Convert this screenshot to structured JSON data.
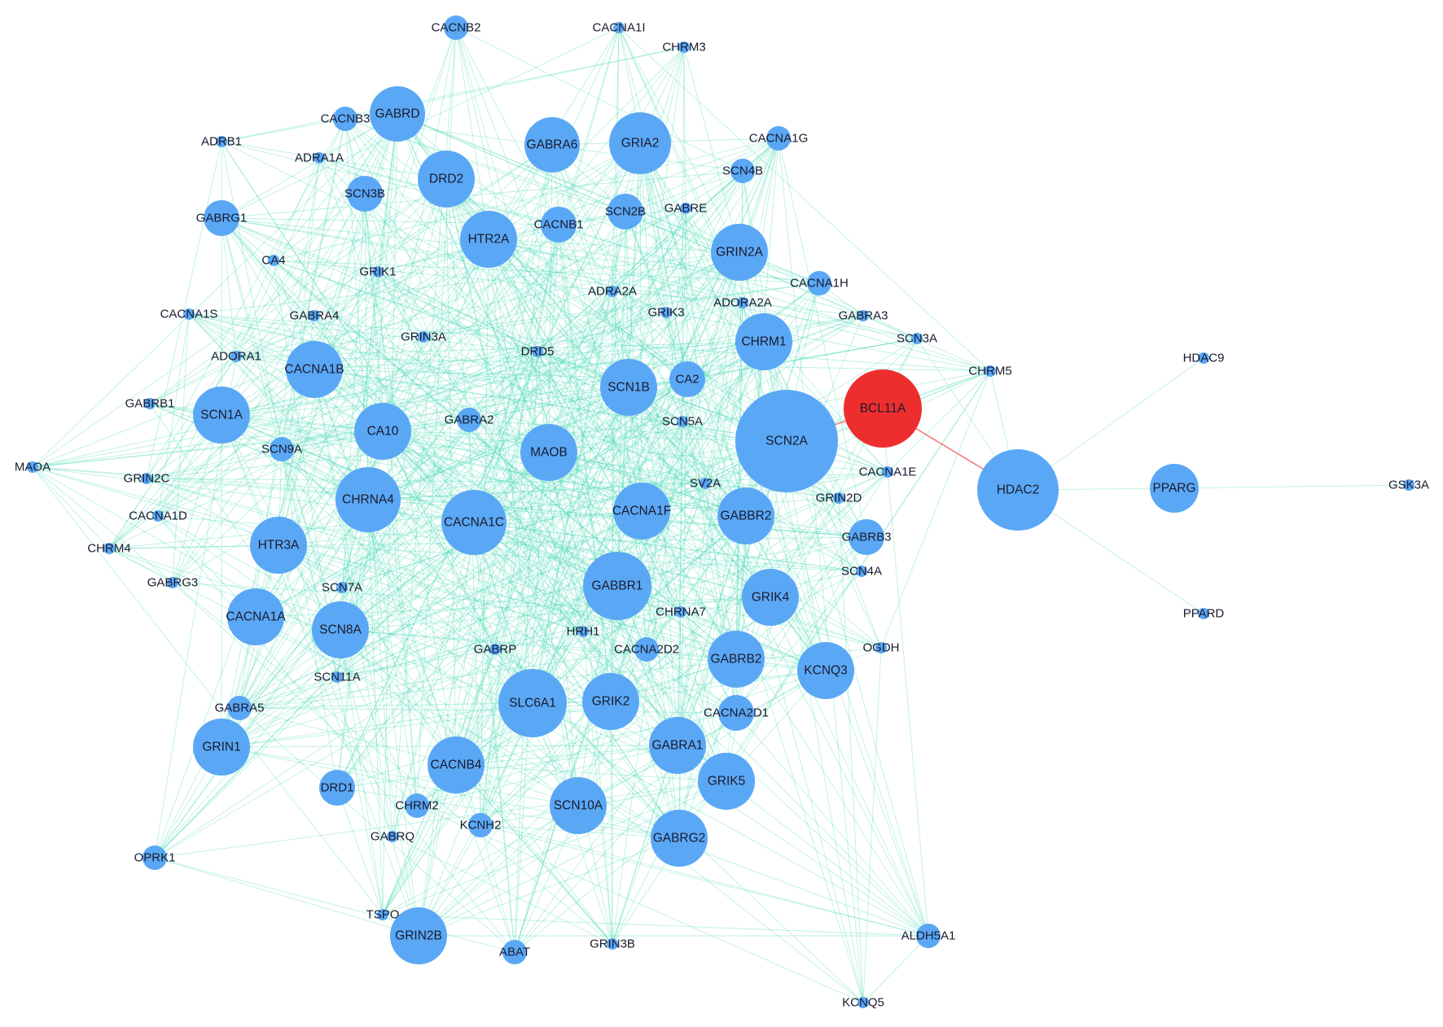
{
  "colors": {
    "edge": "#3fd6b0",
    "edge_highlight": "#f26b6b",
    "node": "#5aa8f5",
    "node_highlight": "#ee2e2e",
    "label": "#1a1a2e",
    "background": "#ffffff"
  },
  "nodes": [
    {
      "id": "SCN2A",
      "label": "SCN2A",
      "size": "xlarge"
    },
    {
      "id": "BCL11A",
      "label": "BCL11A",
      "size": "large",
      "highlight": true
    },
    {
      "id": "HDAC2",
      "label": "HDAC2",
      "size": "large"
    },
    {
      "id": "PPARG",
      "label": "PPARG",
      "size": "medium"
    },
    {
      "id": "GSK3A",
      "label": "GSK3A",
      "size": "tiny"
    },
    {
      "id": "HDAC9",
      "label": "HDAC9",
      "size": "tiny"
    },
    {
      "id": "PPARD",
      "label": "PPARD",
      "size": "tiny"
    },
    {
      "id": "CACNB2",
      "label": "CACNB2",
      "size": "small"
    },
    {
      "id": "CACNA1I",
      "label": "CACNA1I",
      "size": "tiny"
    },
    {
      "id": "CHRM3",
      "label": "CHRM3",
      "size": "tiny"
    },
    {
      "id": "GABRD",
      "label": "GABRD",
      "size": "large"
    },
    {
      "id": "CACNB3",
      "label": "CACNB3",
      "size": "small"
    },
    {
      "id": "ADRB1",
      "label": "ADRB1",
      "size": "tiny"
    },
    {
      "id": "ADRA1A",
      "label": "ADRA1A",
      "size": "tiny"
    },
    {
      "id": "GABRA6",
      "label": "GABRA6",
      "size": "large"
    },
    {
      "id": "GRIA2",
      "label": "GRIA2",
      "size": "large"
    },
    {
      "id": "CACNA1G",
      "label": "CACNA1G",
      "size": "small"
    },
    {
      "id": "SCN4B",
      "label": "SCN4B",
      "size": "small"
    },
    {
      "id": "DRD2",
      "label": "DRD2",
      "size": "large"
    },
    {
      "id": "SCN3B",
      "label": "SCN3B",
      "size": "medium"
    },
    {
      "id": "GABRG1",
      "label": "GABRG1",
      "size": "medium"
    },
    {
      "id": "SCN2B",
      "label": "SCN2B",
      "size": "medium"
    },
    {
      "id": "GABRE",
      "label": "GABRE",
      "size": "tiny"
    },
    {
      "id": "CACNB1",
      "label": "CACNB1",
      "size": "medium"
    },
    {
      "id": "HTR2A",
      "label": "HTR2A",
      "size": "large"
    },
    {
      "id": "GRIN2A",
      "label": "GRIN2A",
      "size": "large"
    },
    {
      "id": "CA4",
      "label": "CA4",
      "size": "tiny"
    },
    {
      "id": "GRIK1",
      "label": "GRIK1",
      "size": "tiny"
    },
    {
      "id": "CACNA1H",
      "label": "CACNA1H",
      "size": "small"
    },
    {
      "id": "ADRA2A",
      "label": "ADRA2A",
      "size": "tiny"
    },
    {
      "id": "ADORA2A",
      "label": "ADORA2A",
      "size": "tiny"
    },
    {
      "id": "CACNA1S",
      "label": "CACNA1S",
      "size": "tiny"
    },
    {
      "id": "GABRA4",
      "label": "GABRA4",
      "size": "tiny"
    },
    {
      "id": "GRIK3",
      "label": "GRIK3",
      "size": "tiny"
    },
    {
      "id": "GABRA3",
      "label": "GABRA3",
      "size": "tiny"
    },
    {
      "id": "GRIN3A",
      "label": "GRIN3A",
      "size": "tiny"
    },
    {
      "id": "DRD5",
      "label": "DRD5",
      "size": "tiny"
    },
    {
      "id": "CHRM1",
      "label": "CHRM1",
      "size": "large"
    },
    {
      "id": "SCN3A",
      "label": "SCN3A",
      "size": "tiny"
    },
    {
      "id": "CHRM5",
      "label": "CHRM5",
      "size": "tiny"
    },
    {
      "id": "ADORA1",
      "label": "ADORA1",
      "size": "tiny"
    },
    {
      "id": "CACNA1B",
      "label": "CACNA1B",
      "size": "large"
    },
    {
      "id": "SCN1B",
      "label": "SCN1B",
      "size": "large"
    },
    {
      "id": "CA2",
      "label": "CA2",
      "size": "medium"
    },
    {
      "id": "GABRB1",
      "label": "GABRB1",
      "size": "tiny"
    },
    {
      "id": "SCN1A",
      "label": "SCN1A",
      "size": "large"
    },
    {
      "id": "GABRA2",
      "label": "GABRA2",
      "size": "small"
    },
    {
      "id": "SCN5A",
      "label": "SCN5A",
      "size": "tiny"
    },
    {
      "id": "CA10",
      "label": "CA10",
      "size": "large"
    },
    {
      "id": "SCN9A",
      "label": "SCN9A",
      "size": "small"
    },
    {
      "id": "MAOB",
      "label": "MAOB",
      "size": "large"
    },
    {
      "id": "MAOA",
      "label": "MAOA",
      "size": "tiny"
    },
    {
      "id": "GRIN2C",
      "label": "GRIN2C",
      "size": "tiny"
    },
    {
      "id": "CHRNA4",
      "label": "CHRNA4",
      "size": "xlarge"
    },
    {
      "id": "CACNA1C",
      "label": "CACNA1C",
      "size": "xlarge"
    },
    {
      "id": "CACNA1F",
      "label": "CACNA1F",
      "size": "large"
    },
    {
      "id": "SV2A",
      "label": "SV2A",
      "size": "tiny"
    },
    {
      "id": "GABBR2",
      "label": "GABBR2",
      "size": "large"
    },
    {
      "id": "CACNA1E",
      "label": "CACNA1E",
      "size": "tiny"
    },
    {
      "id": "GRIN2D",
      "label": "GRIN2D",
      "size": "tiny"
    },
    {
      "id": "CACNA1D",
      "label": "CACNA1D",
      "size": "tiny"
    },
    {
      "id": "CHRM4",
      "label": "CHRM4",
      "size": "tiny"
    },
    {
      "id": "HTR3A",
      "label": "HTR3A",
      "size": "large"
    },
    {
      "id": "GABRB3",
      "label": "GABRB3",
      "size": "medium"
    },
    {
      "id": "GABRG3",
      "label": "GABRG3",
      "size": "tiny"
    },
    {
      "id": "SCN7A",
      "label": "SCN7A",
      "size": "tiny"
    },
    {
      "id": "SCN4A",
      "label": "SCN4A",
      "size": "tiny"
    },
    {
      "id": "GABBR1",
      "label": "GABBR1",
      "size": "xlarge"
    },
    {
      "id": "CACNA1A",
      "label": "CACNA1A",
      "size": "large"
    },
    {
      "id": "SCN8A",
      "label": "SCN8A",
      "size": "large"
    },
    {
      "id": "GRIK4",
      "label": "GRIK4",
      "size": "large"
    },
    {
      "id": "CHRNA7",
      "label": "CHRNA7",
      "size": "tiny"
    },
    {
      "id": "HRH1",
      "label": "HRH1",
      "size": "tiny"
    },
    {
      "id": "GABRP",
      "label": "GABRP",
      "size": "tiny"
    },
    {
      "id": "CACNA2D2",
      "label": "CACNA2D2",
      "size": "small"
    },
    {
      "id": "GABRB2",
      "label": "GABRB2",
      "size": "large"
    },
    {
      "id": "OGDH",
      "label": "OGDH",
      "size": "tiny"
    },
    {
      "id": "KCNQ3",
      "label": "KCNQ3",
      "size": "large"
    },
    {
      "id": "SCN11A",
      "label": "SCN11A",
      "size": "tiny"
    },
    {
      "id": "GABRA5",
      "label": "GABRA5",
      "size": "small"
    },
    {
      "id": "SLC6A1",
      "label": "SLC6A1",
      "size": "xlarge"
    },
    {
      "id": "GRIK2",
      "label": "GRIK2",
      "size": "large"
    },
    {
      "id": "CACNA2D1",
      "label": "CACNA2D1",
      "size": "medium"
    },
    {
      "id": "GRIN1",
      "label": "GRIN1",
      "size": "large"
    },
    {
      "id": "GABRA1",
      "label": "GABRA1",
      "size": "large"
    },
    {
      "id": "CACNB4",
      "label": "CACNB4",
      "size": "large"
    },
    {
      "id": "GRIK5",
      "label": "GRIK5",
      "size": "large"
    },
    {
      "id": "DRD1",
      "label": "DRD1",
      "size": "medium"
    },
    {
      "id": "CHRM2",
      "label": "CHRM2",
      "size": "small"
    },
    {
      "id": "SCN10A",
      "label": "SCN10A",
      "size": "large"
    },
    {
      "id": "KCNH2",
      "label": "KCNH2",
      "size": "small"
    },
    {
      "id": "GABRG2",
      "label": "GABRG2",
      "size": "large"
    },
    {
      "id": "GABRQ",
      "label": "GABRQ",
      "size": "tiny"
    },
    {
      "id": "OPRK1",
      "label": "OPRK1",
      "size": "small"
    },
    {
      "id": "TSPO",
      "label": "TSPO",
      "size": "tiny"
    },
    {
      "id": "GRIN2B",
      "label": "GRIN2B",
      "size": "large"
    },
    {
      "id": "ABAT",
      "label": "ABAT",
      "size": "small"
    },
    {
      "id": "GRIN3B",
      "label": "GRIN3B",
      "size": "tiny"
    },
    {
      "id": "ALDH5A1",
      "label": "ALDH5A1",
      "size": "small"
    },
    {
      "id": "KCNQ5",
      "label": "KCNQ5",
      "size": "tiny"
    }
  ],
  "edges_explicit": [
    [
      "BCL11A",
      "SCN2A",
      "highlight"
    ],
    [
      "BCL11A",
      "HDAC2",
      "highlight"
    ],
    [
      "HDAC2",
      "PPARG"
    ],
    [
      "HDAC2",
      "HDAC9"
    ],
    [
      "HDAC2",
      "PPARD"
    ],
    [
      "PPARG",
      "GSK3A"
    ],
    [
      "HDAC2",
      "CHRM5"
    ],
    [
      "HDAC2",
      "SCN3A"
    ],
    [
      "BCL11A",
      "CACNA1E"
    ],
    [
      "BCL11A",
      "CHRM5"
    ]
  ]
}
